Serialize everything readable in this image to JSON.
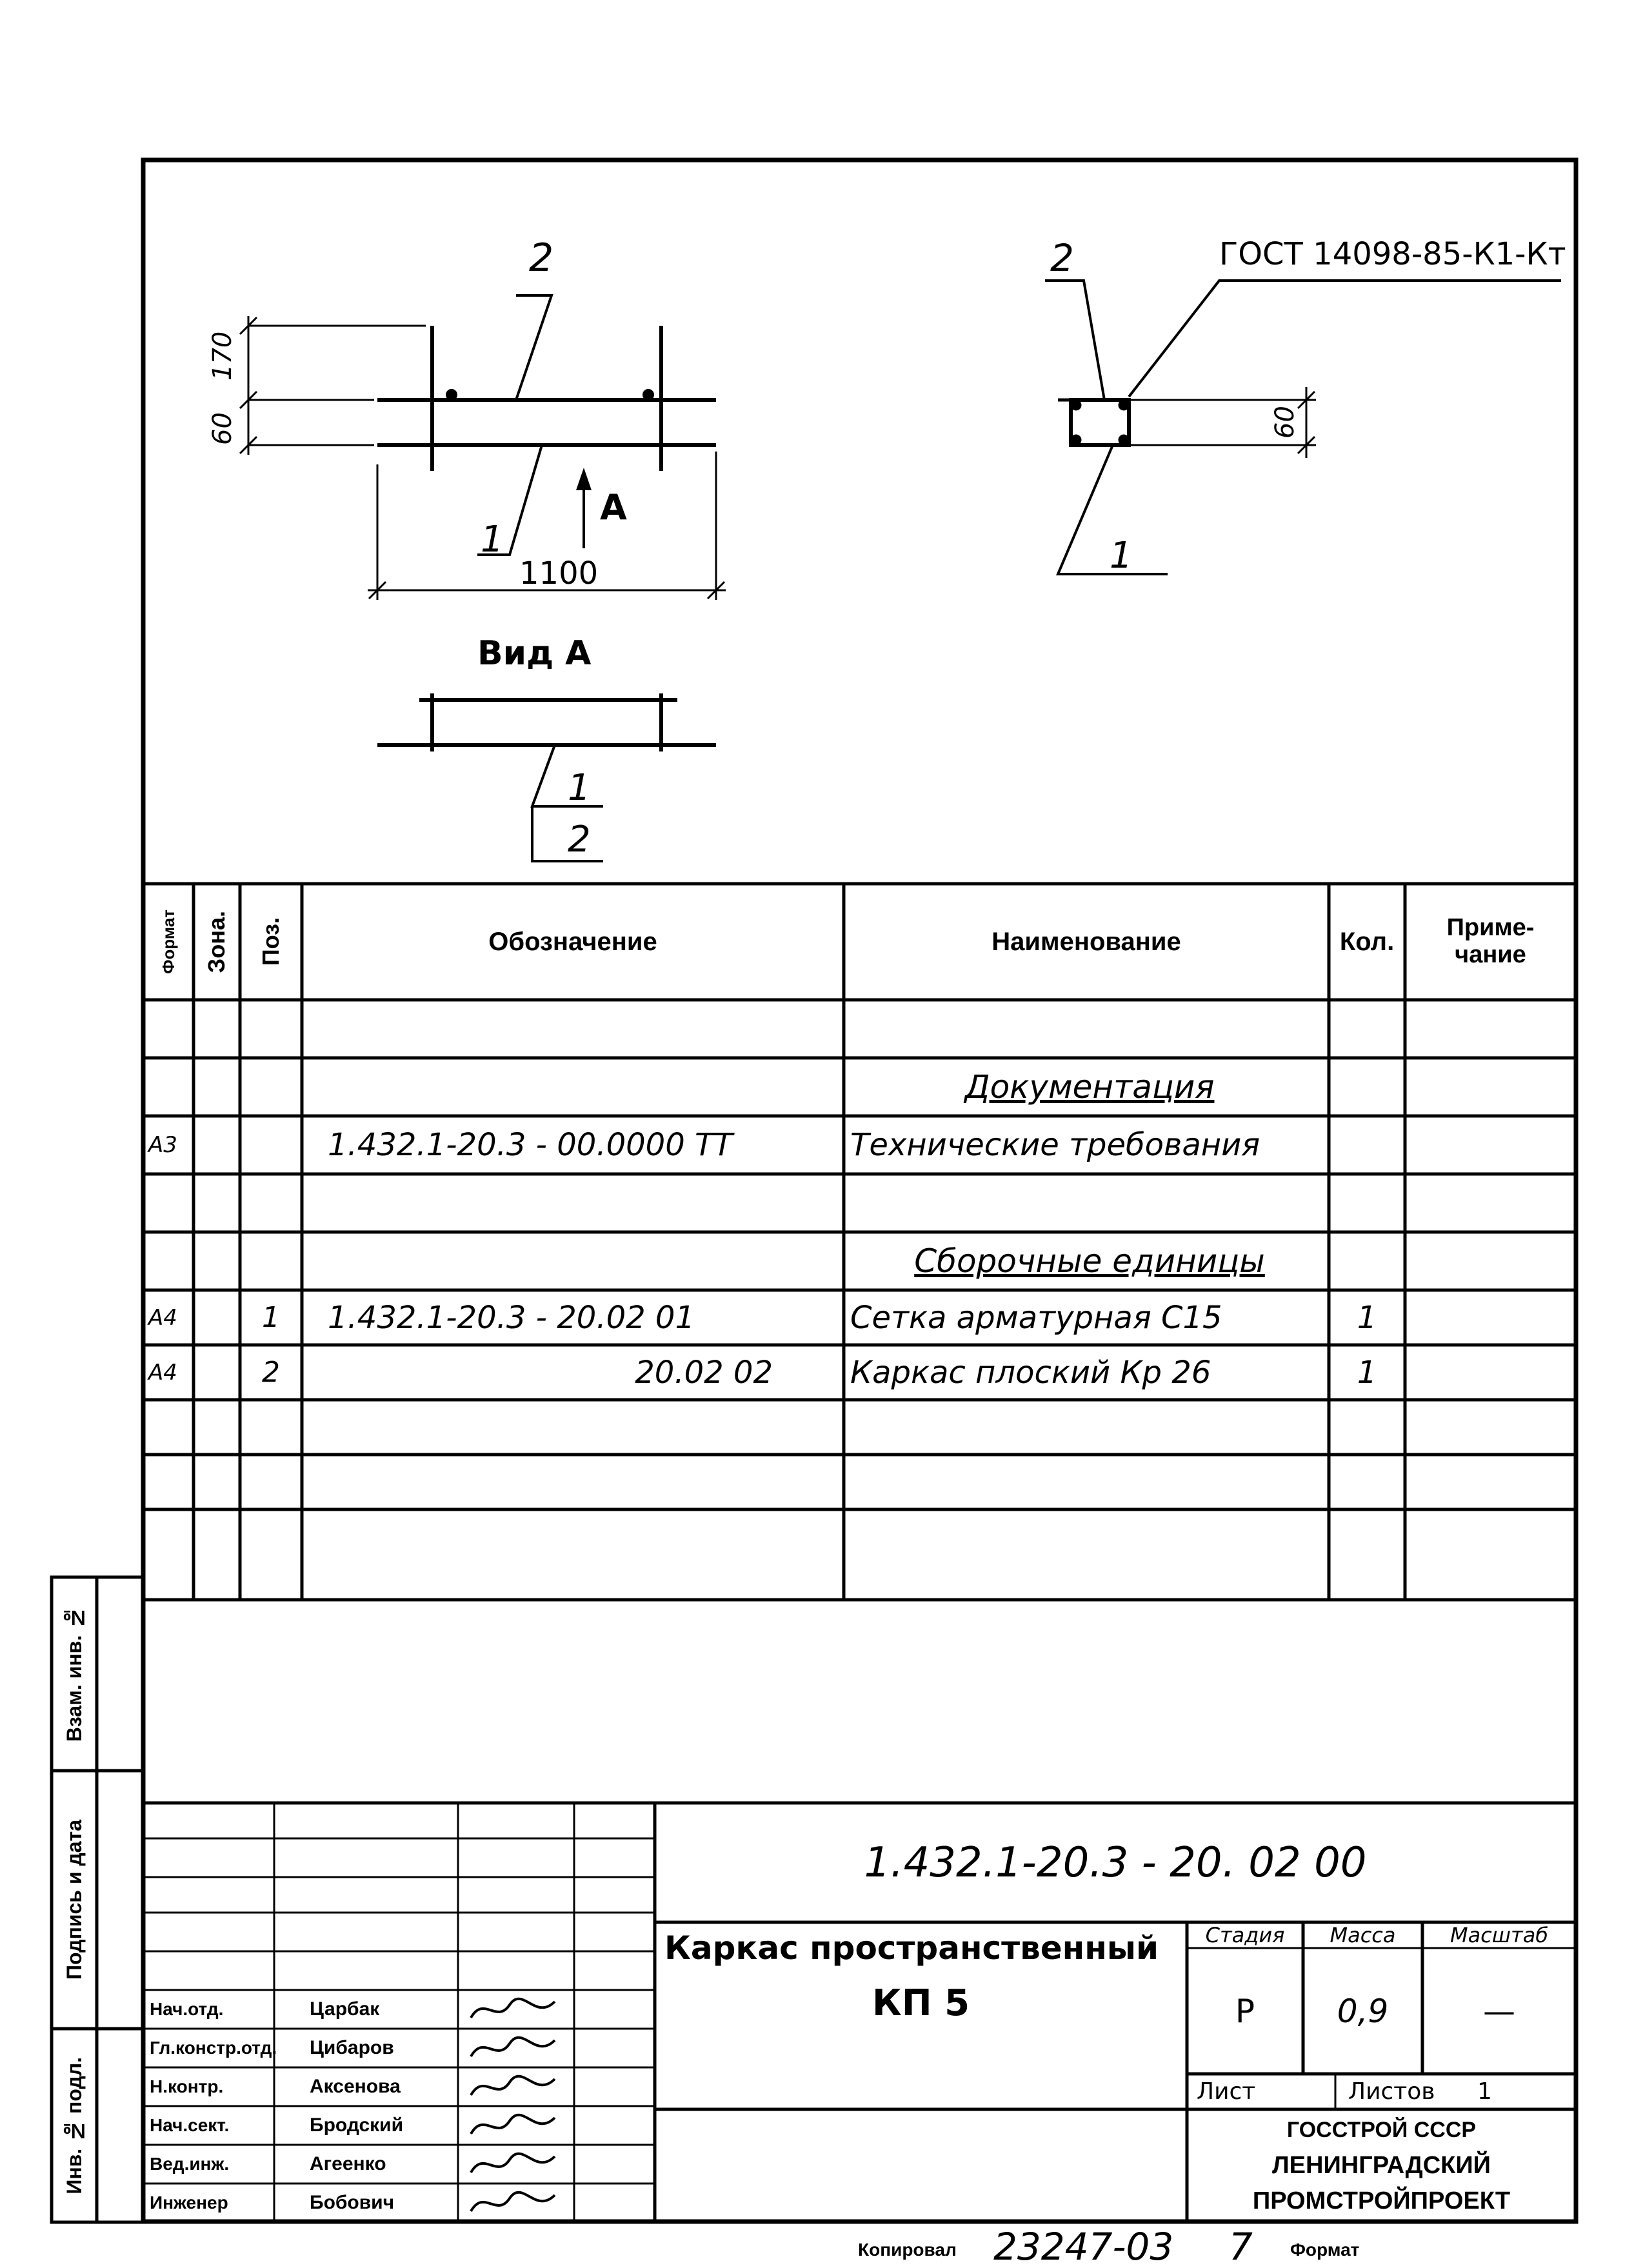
{
  "drawing": {
    "left_view": {
      "label_pos2": "2",
      "label_pos1": "1",
      "dim_170": "170",
      "dim_60": "60",
      "dim_1100": "1100",
      "arrow_label": "A"
    },
    "right_view": {
      "gost": "ГОСТ 14098-85-К1-Кт",
      "label_pos2": "2",
      "label_pos1": "1",
      "dim_60": "60"
    },
    "view_a": {
      "title": "Вид А",
      "label_top": "1",
      "label_bottom": "2"
    }
  },
  "spec_table": {
    "headers": {
      "format": "Формат",
      "zone": "Зона.",
      "pos": "Поз.",
      "designation": "Обозначение",
      "name": "Наименование",
      "qty": "Кол.",
      "note": "Приме-\nчание"
    },
    "rows": [
      {
        "format": "",
        "zone": "",
        "pos": "",
        "designation": "",
        "name": "",
        "qty": "",
        "note": ""
      },
      {
        "format": "",
        "zone": "",
        "pos": "",
        "designation": "",
        "name": "Документация",
        "qty": "",
        "note": ""
      },
      {
        "format": "А3",
        "zone": "",
        "pos": "",
        "designation": "1.432.1-20.3  -  00.0000 ТТ",
        "name": "Технические требования",
        "qty": "",
        "note": ""
      },
      {
        "format": "",
        "zone": "",
        "pos": "",
        "designation": "",
        "name": "",
        "qty": "",
        "note": ""
      },
      {
        "format": "",
        "zone": "",
        "pos": "",
        "designation": "",
        "name": "Сборочные единицы",
        "qty": "",
        "note": ""
      },
      {
        "format": "А4",
        "zone": "",
        "pos": "1",
        "designation": "1.432.1-20.3 - 20.02 01",
        "name": "Сетка арматурная С15",
        "qty": "1",
        "note": ""
      },
      {
        "format": "А4",
        "zone": "",
        "pos": "2",
        "designation": "20.02 02",
        "name": "Каркас плоский Кр 26",
        "qty": "1",
        "note": ""
      },
      {
        "format": "",
        "zone": "",
        "pos": "",
        "designation": "",
        "name": "",
        "qty": "",
        "note": ""
      },
      {
        "format": "",
        "zone": "",
        "pos": "",
        "designation": "",
        "name": "",
        "qty": "",
        "note": ""
      },
      {
        "format": "",
        "zone": "",
        "pos": "",
        "designation": "",
        "name": "",
        "qty": "",
        "note": ""
      }
    ]
  },
  "side_stamp": {
    "inv_podl": "Инв. № подл.",
    "podpis_data": "Подпись и дата",
    "vzam_inv": "Взам. инв. №"
  },
  "title_block": {
    "doc_number": "1.432.1-20.3  -  20. 02 00",
    "title_line1": "Каркас пространственный",
    "title_line2": "КП 5",
    "stage_label": "Стадия",
    "mass_label": "Масса",
    "scale_label": "Масштаб",
    "stage": "Р",
    "mass": "0,9",
    "scale": "—",
    "sheet_label": "Лист",
    "sheets_label": "Листов",
    "sheets_value": "1",
    "org_line1": "ГОССТРОЙ СССР",
    "org_line2": "ЛЕНИНГРАДСКИЙ",
    "org_line3": "ПРОМСТРОЙПРОЕКТ",
    "staff": [
      {
        "role": "Нач.отд.",
        "name": "Царбак"
      },
      {
        "role": "Гл.констр.отд.",
        "name": "Цибаров"
      },
      {
        "role": "Н.контр.",
        "name": "Аксенова"
      },
      {
        "role": "Нач.сект.",
        "name": "Бродский"
      },
      {
        "role": "Вед.инж.",
        "name": "Агеенко"
      },
      {
        "role": "Инженер",
        "name": "Бобович"
      }
    ]
  },
  "footer": {
    "copied_label": "Копировал",
    "number": "23247-03",
    "sheet_no": "7",
    "format_label": "Формат"
  }
}
